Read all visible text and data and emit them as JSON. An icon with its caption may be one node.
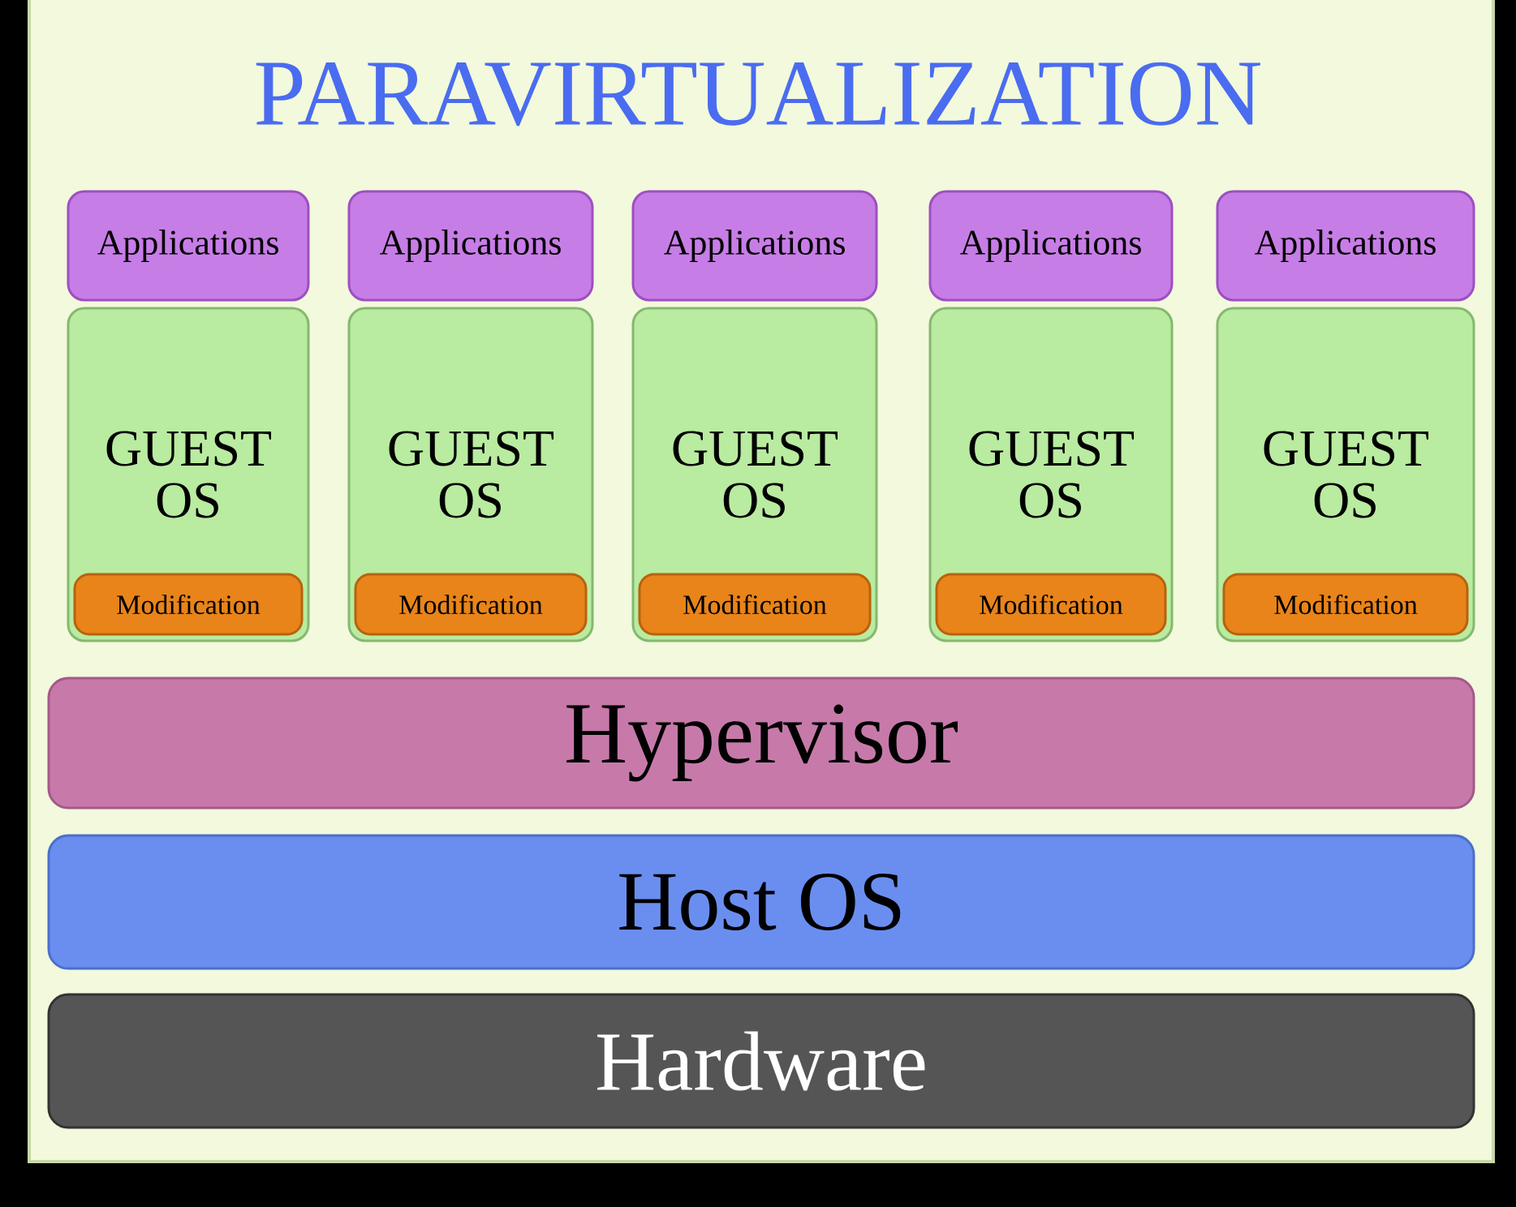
{
  "diagram": {
    "title": "PARAVIRTUALIZATION",
    "nodes": [
      {
        "text": [
          "Applications"
        ]
      },
      {
        "text": [
          "GUEST OS"
        ]
      },
      {
        "text": [
          "Modification"
        ],
        "in": 1
      },
      {
        "text": [
          "Applications"
        ]
      },
      {
        "text": [
          "GUEST OS"
        ]
      },
      {
        "text": [
          "Modification"
        ],
        "in": 4
      },
      {
        "text": [
          "Applications"
        ]
      },
      {
        "text": [
          "GUEST OS"
        ]
      },
      {
        "text": [
          "Modification"
        ],
        "in": 7
      },
      {
        "text": [
          "Applications"
        ]
      },
      {
        "text": [
          "GUEST OS"
        ]
      },
      {
        "text": [
          "Modification"
        ],
        "in": 10
      },
      {
        "text": [
          "Applications"
        ]
      },
      {
        "text": [
          "GUEST OS"
        ]
      },
      {
        "text": [
          "Modification"
        ],
        "in": 13
      },
      {
        "text": [
          "Hypervisor"
        ]
      },
      {
        "text": [
          "Host OS"
        ]
      },
      {
        "text": [
          "Hardware"
        ]
      }
    ]
  }
}
